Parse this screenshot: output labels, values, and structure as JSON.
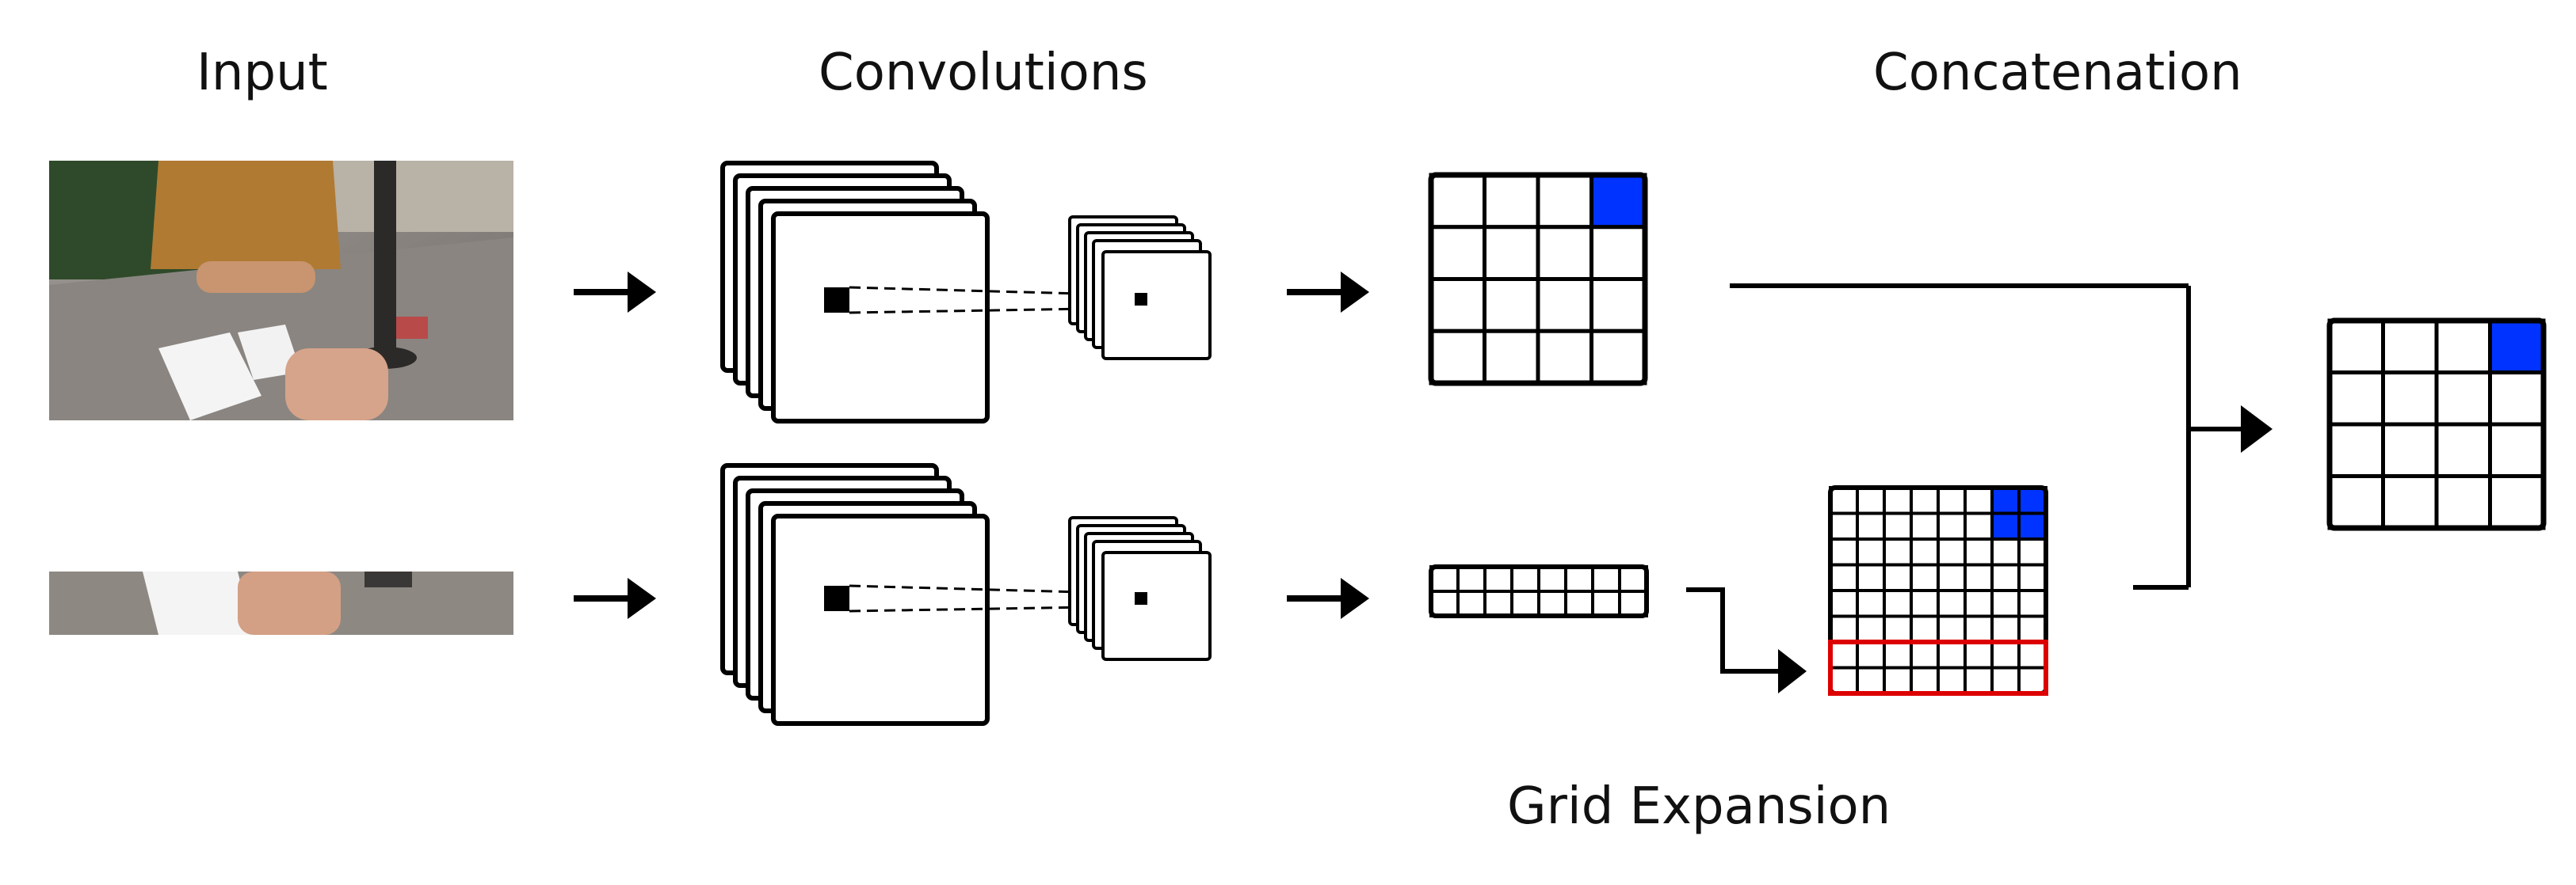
{
  "labels": {
    "input": "Input",
    "convolutions": "Convolutions",
    "concatenation": "Concatenation",
    "grid_expansion": "Grid Expansion"
  },
  "colors": {
    "line": "#000000",
    "highlight": "#0033ff",
    "expansion_border": "#dd0000",
    "background": "#ffffff"
  },
  "photos": [
    {
      "name": "card-game-photo-full",
      "content": "person holding playing cards at a wooden table"
    },
    {
      "name": "card-game-photo-strip",
      "content": "bottom strip of the card game photo"
    }
  ],
  "grids": {
    "top_output": {
      "rows": 4,
      "cols": 4,
      "highlight_cells": [
        [
          0,
          3
        ]
      ]
    },
    "bottom_output_strip": {
      "rows": 2,
      "cols": 8
    },
    "expanded_grid": {
      "rows": 8,
      "cols": 8,
      "highlight_cells": [
        [
          0,
          6
        ],
        [
          0,
          7
        ],
        [
          1,
          6
        ],
        [
          1,
          7
        ]
      ],
      "expanded_rows": [
        6,
        7
      ]
    },
    "concatenated_output": {
      "rows": 4,
      "cols": 4,
      "highlight_cells": [
        [
          0,
          3
        ]
      ]
    }
  },
  "icons": {
    "arrow": "right-arrow-icon",
    "feature_maps": "feature-map-stack-icon"
  }
}
